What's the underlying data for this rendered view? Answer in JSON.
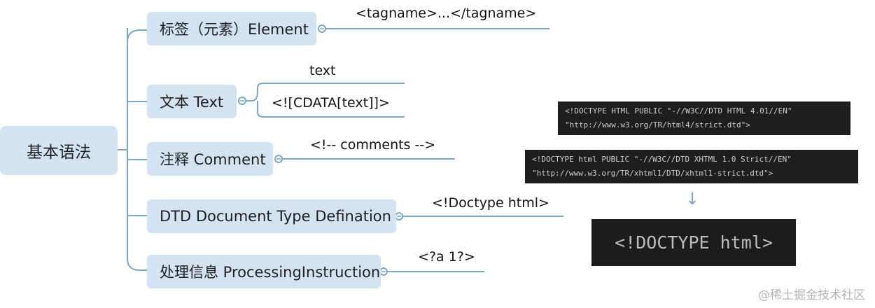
{
  "mindmap": {
    "root": "基本语法",
    "branches": [
      {
        "label": "标签（元素）Element",
        "leaves": [
          "<tagname>...</tagname>"
        ]
      },
      {
        "label": "文本 Text",
        "leaves": [
          "text",
          "<![CDATA[text]]>"
        ]
      },
      {
        "label": "注释 Comment",
        "leaves": [
          "<!-- comments -->"
        ]
      },
      {
        "label": "DTD Document Type Defination",
        "leaves": [
          "<!Doctype html>"
        ]
      },
      {
        "label": "处理信息 ProcessingInstruction",
        "leaves": [
          "<?a 1?>"
        ]
      }
    ]
  },
  "code_samples": {
    "html4": {
      "line1": "<!DOCTYPE HTML PUBLIC \"-//W3C//DTD HTML 4.01//EN\"",
      "line2": "\"http://www.w3.org/TR/html4/strict.dtd\">"
    },
    "xhtml": {
      "line1": "<!DOCTYPE html PUBLIC \"-//W3C//DTD XHTML 1.0 Strict//EN\"",
      "line2": "\"http://www.w3.org/TR/xhtml1/DTD/xhtml1-strict.dtd\">"
    },
    "html5": "<!DOCTYPE html>"
  },
  "arrow_glyph": "↓",
  "watermark": "@稀土掘金技术社区",
  "colors": {
    "node_fill": "#d3e3f1",
    "connector": "#7aa6c8",
    "code_bg": "#1e1e1e"
  }
}
